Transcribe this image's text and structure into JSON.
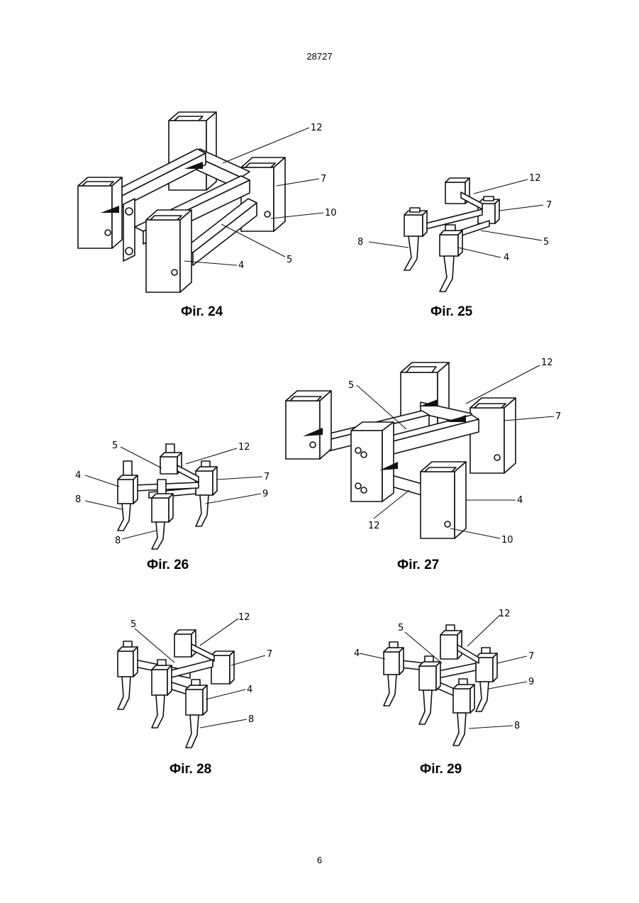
{
  "header": {
    "doc_number": "28727"
  },
  "footer": {
    "page_number": "6"
  },
  "figures": [
    {
      "caption": "Фіг. 24",
      "labels": {
        "l12": "12",
        "l7": "7",
        "l10": "10",
        "l5": "5",
        "l4": "4"
      }
    },
    {
      "caption": "Фіг. 25",
      "labels": {
        "l12": "12",
        "l7": "7",
        "l5": "5",
        "l4": "4",
        "l8": "8"
      }
    },
    {
      "caption": "Фіг. 26",
      "labels": {
        "l5": "5",
        "l12": "12",
        "l4": "4",
        "l7": "7",
        "l8a": "8",
        "l9": "9",
        "l8b": "8"
      }
    },
    {
      "caption": "Фіг. 27",
      "labels": {
        "l12a": "12",
        "l5": "5",
        "l7": "7",
        "l4": "4",
        "l12b": "12",
        "l10": "10"
      }
    },
    {
      "caption": "Фіг. 28",
      "labels": {
        "l5": "5",
        "l12": "12",
        "l7": "7",
        "l4": "4",
        "l8": "8"
      }
    },
    {
      "caption": "Фіг. 29",
      "labels": {
        "l12": "12",
        "l5": "5",
        "l4": "4",
        "l7": "7",
        "l9": "9",
        "l8": "8"
      }
    }
  ]
}
